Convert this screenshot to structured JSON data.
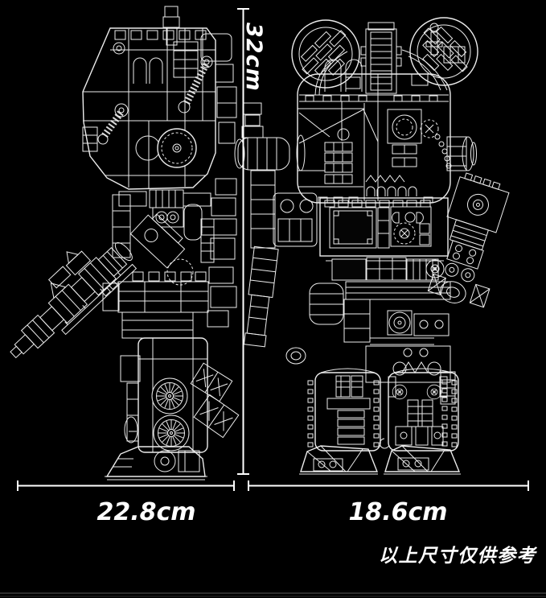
{
  "image": {
    "background_color": "#000000",
    "artwork_line_color": "#ececec",
    "dimension_line_color": "#ffffff",
    "text_color": "#ffffff"
  },
  "figures": {
    "left": "mecha-bearbrick-robot-side-view-wireframe",
    "right": "mecha-bearbrick-robot-front-view-wireframe"
  },
  "dimensions": {
    "height": "32cm",
    "width_side_view": "22.8cm",
    "width_front_view": "18.6cm"
  },
  "disclaimer": "以上尺寸仅供参考"
}
